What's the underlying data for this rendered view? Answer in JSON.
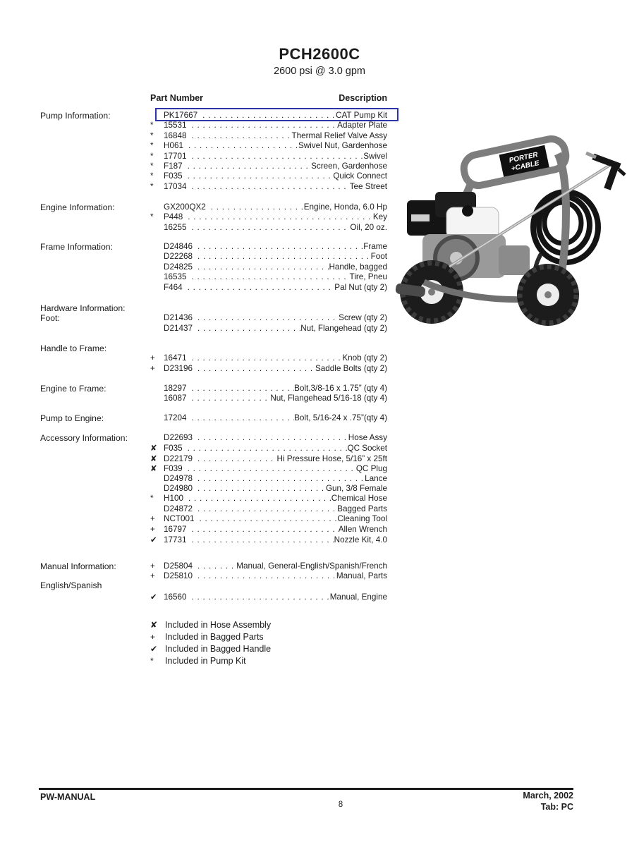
{
  "page": {
    "title": "PCH2600C",
    "subtitle": "2600 psi @ 3.0 gpm",
    "highlight_color": "#2e35a8"
  },
  "col_headers": {
    "part_number": "Part Number",
    "description": "Description"
  },
  "sections": [
    {
      "labels": [
        "Pump Information:"
      ],
      "rows": [
        {
          "marker": "",
          "part": "PK17667",
          "desc": "CAT Pump Kit",
          "boxed": true
        },
        {
          "marker": "*",
          "part": "15531",
          "desc": "Adapter Plate"
        },
        {
          "marker": "*",
          "part": "16848",
          "desc": "Thermal Relief Valve Assy"
        },
        {
          "marker": "*",
          "part": "H061",
          "desc": "Swivel Nut, Gardenhose"
        },
        {
          "marker": "*",
          "part": "17701",
          "desc": "Swivel"
        },
        {
          "marker": "*",
          "part": "F187",
          "desc": "Screen, Gardenhose"
        },
        {
          "marker": "*",
          "part": "F035",
          "desc": "Quick Connect"
        },
        {
          "marker": "*",
          "part": "17034",
          "desc": "Tee Street"
        }
      ]
    },
    {
      "labels": [
        "Engine Information:"
      ],
      "rows": [
        {
          "marker": "",
          "part": "GX200QX2",
          "desc": "Engine, Honda, 6.0 Hp"
        },
        {
          "marker": "*",
          "part": "P448",
          "desc": "Key"
        },
        {
          "marker": "",
          "part": "16255",
          "desc": "Oil, 20 oz."
        }
      ]
    },
    {
      "labels": [
        "Frame Information:"
      ],
      "rows": [
        {
          "marker": "",
          "part": "D24846",
          "desc": "Frame"
        },
        {
          "marker": "",
          "part": "D22268",
          "desc": "Foot"
        },
        {
          "marker": "",
          "part": "D24825",
          "desc": "Handle, bagged"
        },
        {
          "marker": "",
          "part": "16535",
          "desc": "Tire, Pneu"
        },
        {
          "marker": "",
          "part": "F464",
          "desc": "Pal Nut (qty 2)"
        }
      ]
    },
    {
      "labels": [
        "Hardware Information:",
        "Foot:"
      ],
      "rows": [
        {
          "marker": "",
          "part": "D21436",
          "desc": "Screw (qty 2)"
        },
        {
          "marker": "",
          "part": "D21437",
          "desc": "Nut, Flangehead (qty 2)"
        }
      ]
    },
    {
      "labels": [
        "Handle to Frame:"
      ],
      "rows": [
        {
          "marker": "+",
          "part": "16471",
          "desc": "Knob (qty 2)"
        },
        {
          "marker": "+",
          "part": "D23196",
          "desc": "Saddle Bolts (qty 2)"
        }
      ]
    },
    {
      "labels": [
        "Engine to Frame:"
      ],
      "rows": [
        {
          "marker": "",
          "part": "18297",
          "desc": "Bolt,3/8-16 x 1.75” (qty 4)"
        },
        {
          "marker": "",
          "part": "16087",
          "desc": "Nut, Flangehead 5/16-18 (qty 4)"
        }
      ]
    },
    {
      "labels": [
        "Pump to Engine:"
      ],
      "rows": [
        {
          "marker": "",
          "part": "17204",
          "desc": "Bolt, 5/16-24 x .75”(qty 4)"
        }
      ]
    },
    {
      "labels": [
        "Accessory Information:"
      ],
      "rows": [
        {
          "marker": "",
          "part": "D22693",
          "desc": "Hose Assy"
        },
        {
          "marker": "✘",
          "part": "F035",
          "desc": "QC Socket"
        },
        {
          "marker": "✘",
          "part": "D22179",
          "desc": "Hi Pressure Hose, 5/16” x 25ft"
        },
        {
          "marker": "✘",
          "part": "F039",
          "desc": "QC Plug"
        },
        {
          "marker": "",
          "part": "D24978",
          "desc": "Lance"
        },
        {
          "marker": "",
          "part": "D24980",
          "desc": "Gun, 3/8 Female"
        },
        {
          "marker": "*",
          "part": "H100",
          "desc": "Chemical Hose"
        },
        {
          "marker": "",
          "part": "D24872",
          "desc": "Bagged Parts"
        },
        {
          "marker": "+",
          "part": "NCT001",
          "desc": "Cleaning Tool"
        },
        {
          "marker": "+",
          "part": "16797",
          "desc": "Allen Wrench"
        },
        {
          "marker": "✔",
          "part": "17731",
          "desc": "Nozzle Kit, 4.0"
        }
      ]
    },
    {
      "labels": [
        "Manual Information:",
        "English/Spanish"
      ],
      "rows": [
        {
          "marker": "+",
          "part": "D25804",
          "desc": "Manual, General-English/Spanish/French"
        },
        {
          "marker": "+",
          "part": "D25810",
          "desc": "Manual, Parts"
        },
        {
          "marker": "✔",
          "part": "16560",
          "desc": "Manual, Engine"
        }
      ]
    }
  ],
  "legend": [
    {
      "marker": "✘",
      "text": "Included in Hose Assembly"
    },
    {
      "marker": "+",
      "text": "Included in Bagged Parts"
    },
    {
      "marker": "✔",
      "text": "Included in Bagged Handle"
    },
    {
      "marker": "*",
      "text": "Included in Pump Kit"
    }
  ],
  "image": {
    "brand_top": "PORTER",
    "brand_bottom": "+CABLE"
  },
  "footer": {
    "left": "PW-MANUAL",
    "page_number": "8",
    "right_line1": "March, 2002",
    "right_line2": "Tab: PC"
  }
}
